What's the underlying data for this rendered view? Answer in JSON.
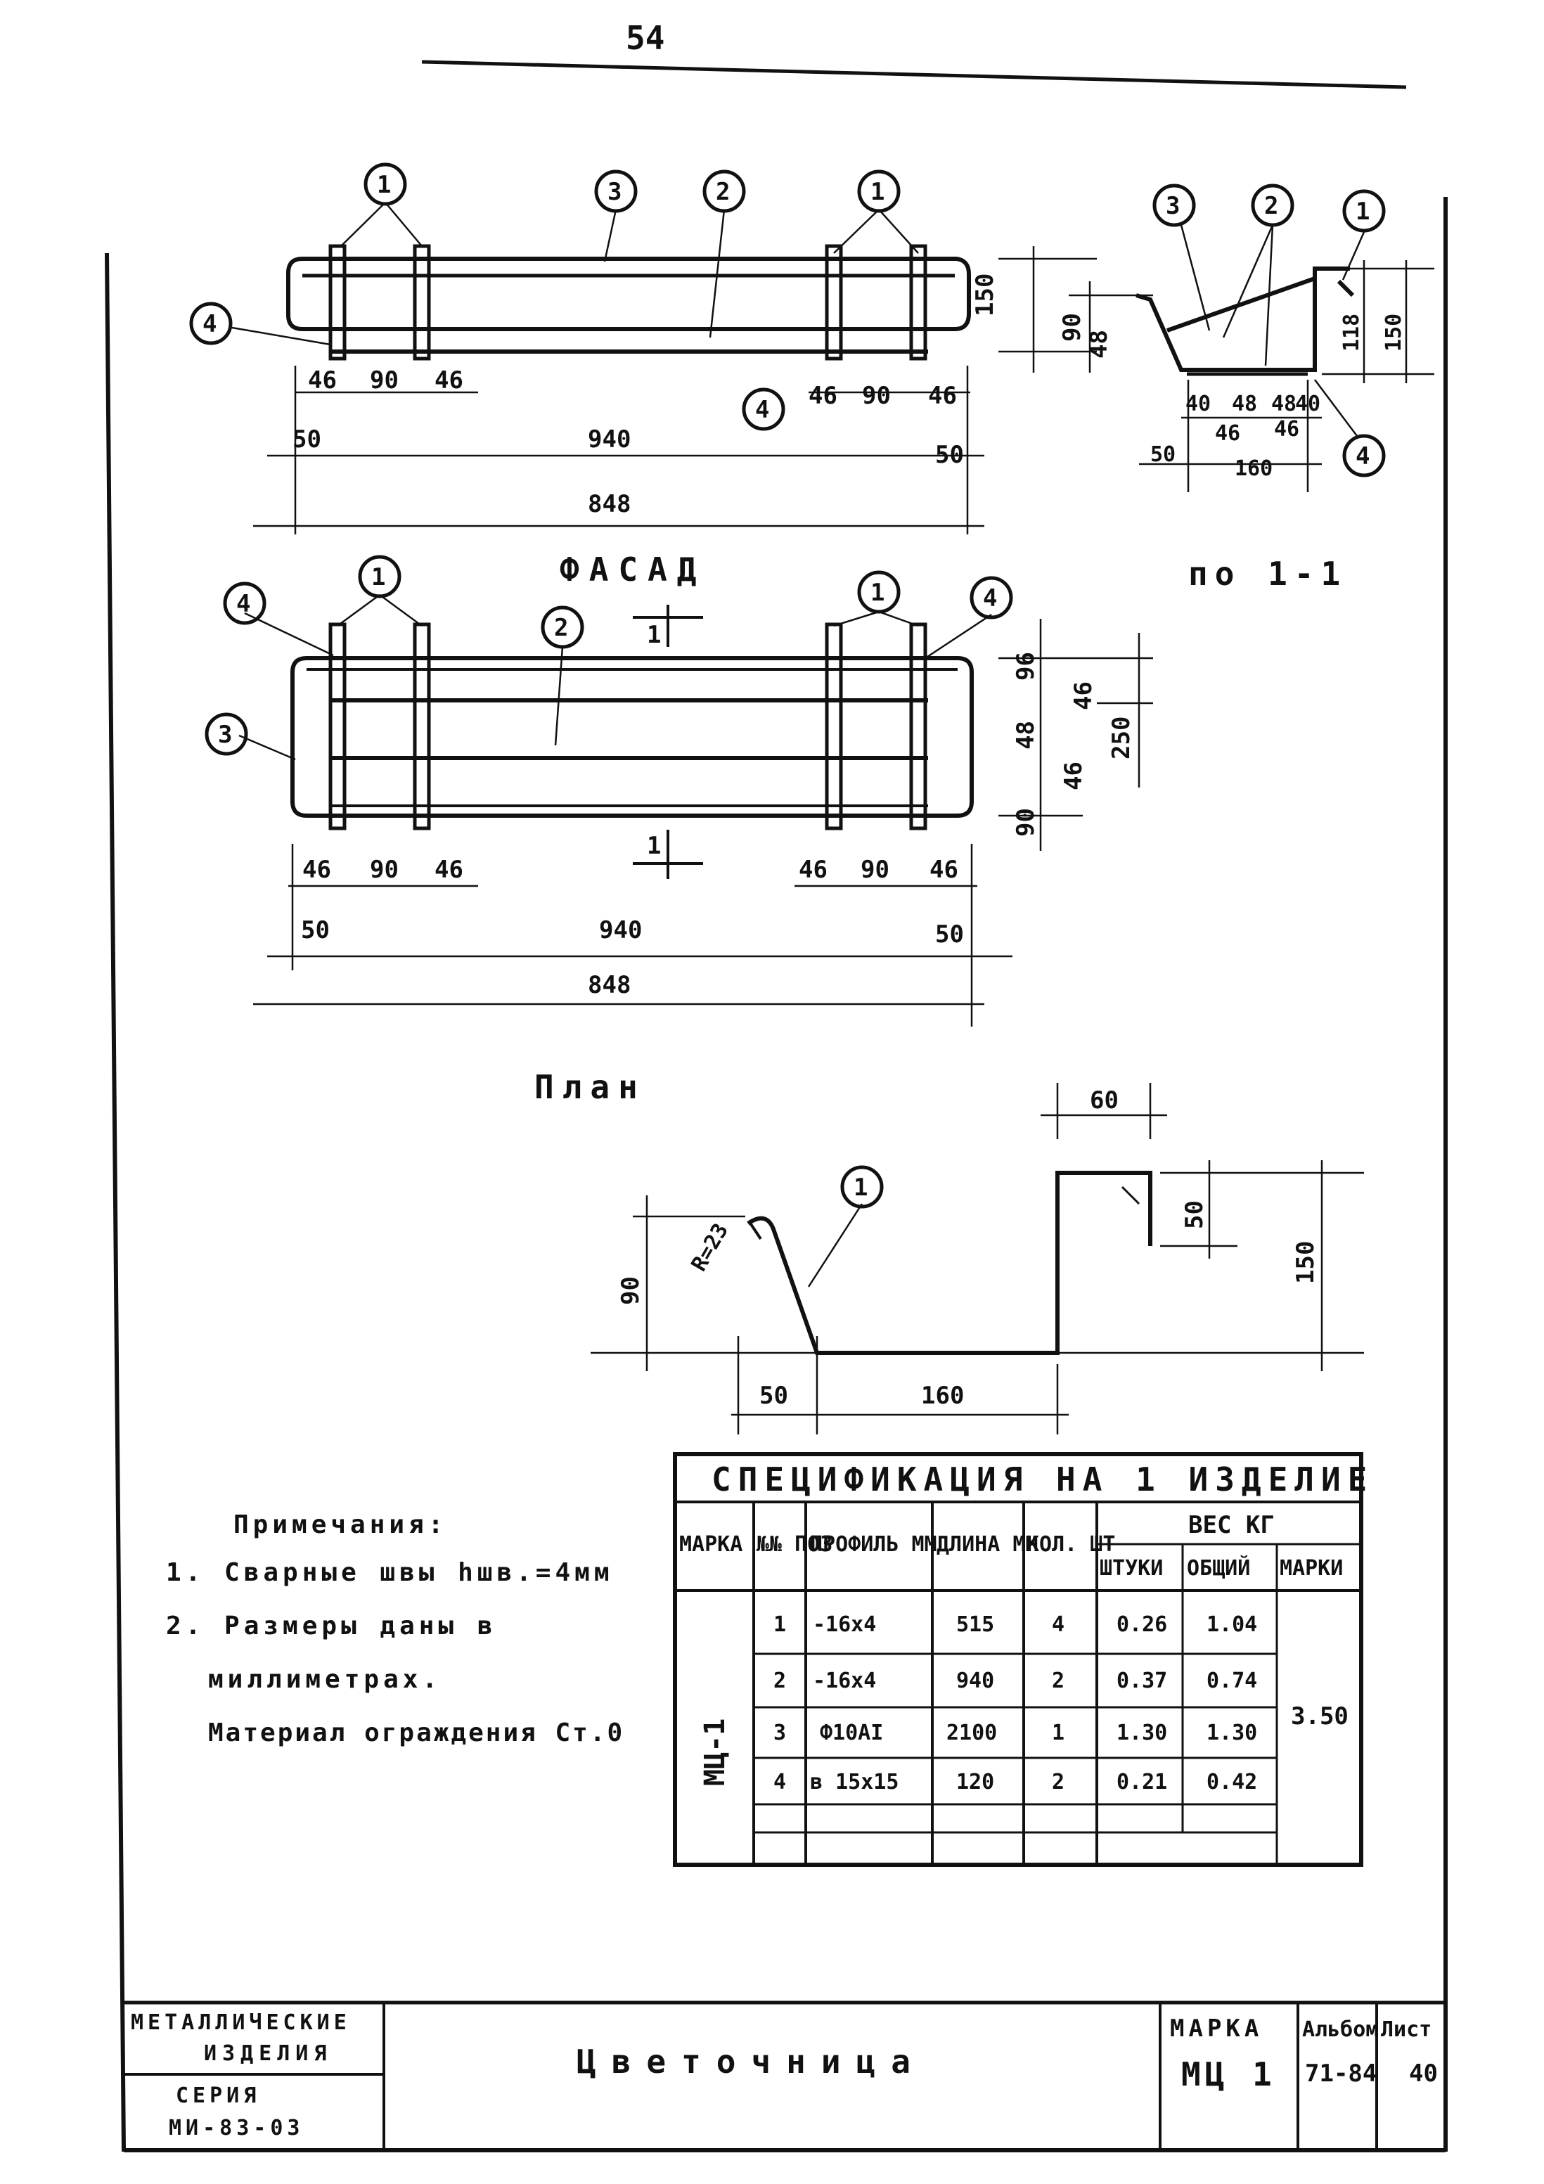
{
  "page_number": "54",
  "views": {
    "facade": {
      "title": "ФАСАД",
      "callouts": [
        "1",
        "3",
        "2",
        "1",
        "4",
        "4"
      ],
      "dims_top": [
        "46",
        "90",
        "46",
        "46",
        "90",
        "46"
      ],
      "dims_mid": [
        "50",
        "940",
        "50"
      ],
      "dim_total": "848",
      "dims_right": [
        "150",
        "90",
        "48"
      ]
    },
    "section": {
      "title": "по 1-1",
      "callouts": [
        "3",
        "2",
        "1",
        "4"
      ],
      "dims": [
        "40",
        "48",
        "48",
        "40",
        "46",
        "46",
        "50",
        "160",
        "118",
        "150"
      ]
    },
    "plan": {
      "title": "План",
      "section_mark": "1",
      "callouts": [
        "4",
        "1",
        "2",
        "3",
        "1",
        "4"
      ],
      "dims_bottom": [
        "46",
        "90",
        "46",
        "46",
        "90",
        "46"
      ],
      "dims_mid": [
        "50",
        "940",
        "50"
      ],
      "dim_total": "848",
      "dims_right": [
        "96",
        "46",
        "48",
        "46",
        "90",
        "250"
      ]
    },
    "detail": {
      "callout": "1",
      "radius": "R=23",
      "dims": [
        "60",
        "50",
        "150",
        "90",
        "50",
        "160"
      ]
    }
  },
  "spec_table": {
    "title": "СПЕЦИФИКАЦИЯ НА 1 ИЗДЕЛИЕ",
    "headers": {
      "mark": "МАРКА",
      "pos": "№№ ПОЗ",
      "profile": "ПРОФИЛЬ ММ",
      "length": "ДЛИНА ММ",
      "qty": "КОЛ. ШТ",
      "weight": "ВЕС КГ",
      "w_piece": "ШТУКИ",
      "w_total": "ОБЩИЙ",
      "w_mark": "МАРКИ"
    },
    "mark_value": "МЦ-1",
    "mark_weight": "3.50",
    "rows": [
      {
        "pos": "1",
        "profile": "-16х4",
        "length": "515",
        "qty": "4",
        "piece": "0.26",
        "total": "1.04"
      },
      {
        "pos": "2",
        "profile": "-16х4",
        "length": "940",
        "qty": "2",
        "piece": "0.37",
        "total": "0.74"
      },
      {
        "pos": "3",
        "profile": "Ф10АI",
        "length": "2100",
        "qty": "1",
        "piece": "1.30",
        "total": "1.30"
      },
      {
        "pos": "4",
        "profile": "в 15х15",
        "length": "120",
        "qty": "2",
        "piece": "0.21",
        "total": "0.42"
      }
    ]
  },
  "notes": {
    "title": "Примечания:",
    "lines": [
      "1. Сварные швы hшв.=4мм",
      "2. Размеры даны в",
      "миллиметрах.",
      "Материал ограждения Ст.0"
    ]
  },
  "title_block": {
    "org_line1": "МЕТАЛЛИЧЕСКИЕ",
    "org_line2": "ИЗДЕЛИЯ",
    "series_label": "СЕРИЯ",
    "series_value": "МИ-83-03",
    "name": "Цветочница",
    "mark_label": "МАРКА",
    "mark_value": "МЦ 1",
    "album_label": "Альбом",
    "album_value": "71-84",
    "sheet_label": "Лист",
    "sheet_value": "40"
  }
}
